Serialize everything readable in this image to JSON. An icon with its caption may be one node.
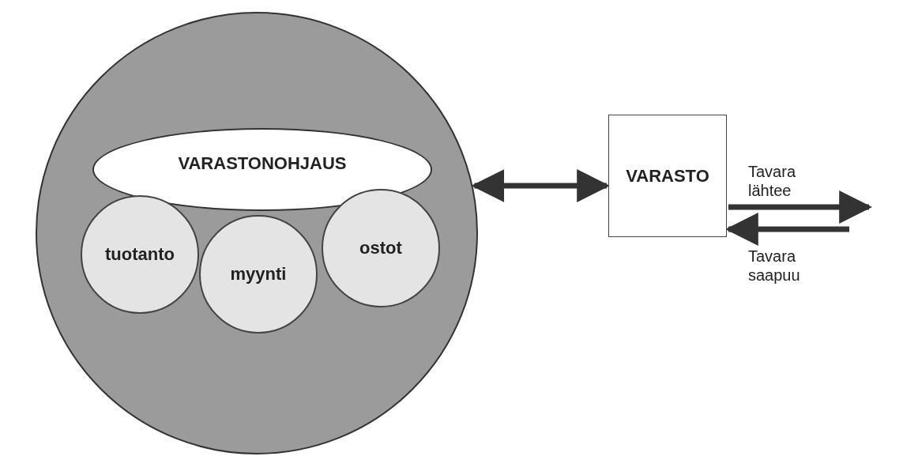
{
  "diagram": {
    "nodes": [
      {
        "text": [],
        "shape": "circle"
      },
      {
        "text": [
          "VARASTONOHJAUS"
        ],
        "in": 0
      },
      {
        "text": [
          "tuotanto"
        ],
        "in": 0
      },
      {
        "text": [
          "myynti"
        ],
        "in": 0
      },
      {
        "text": [
          "ostot"
        ],
        "in": 0
      },
      {
        "text": [
          "VARASTO"
        ]
      }
    ],
    "edges": [
      {
        "from": 0,
        "to": 5,
        "arrow": "both"
      },
      {
        "from": 5,
        "to": null,
        "arrow": "to",
        "label": "Tavara lähtee"
      },
      {
        "from": null,
        "to": 5,
        "arrow": "to",
        "label": "Tavara saapuu"
      }
    ]
  }
}
